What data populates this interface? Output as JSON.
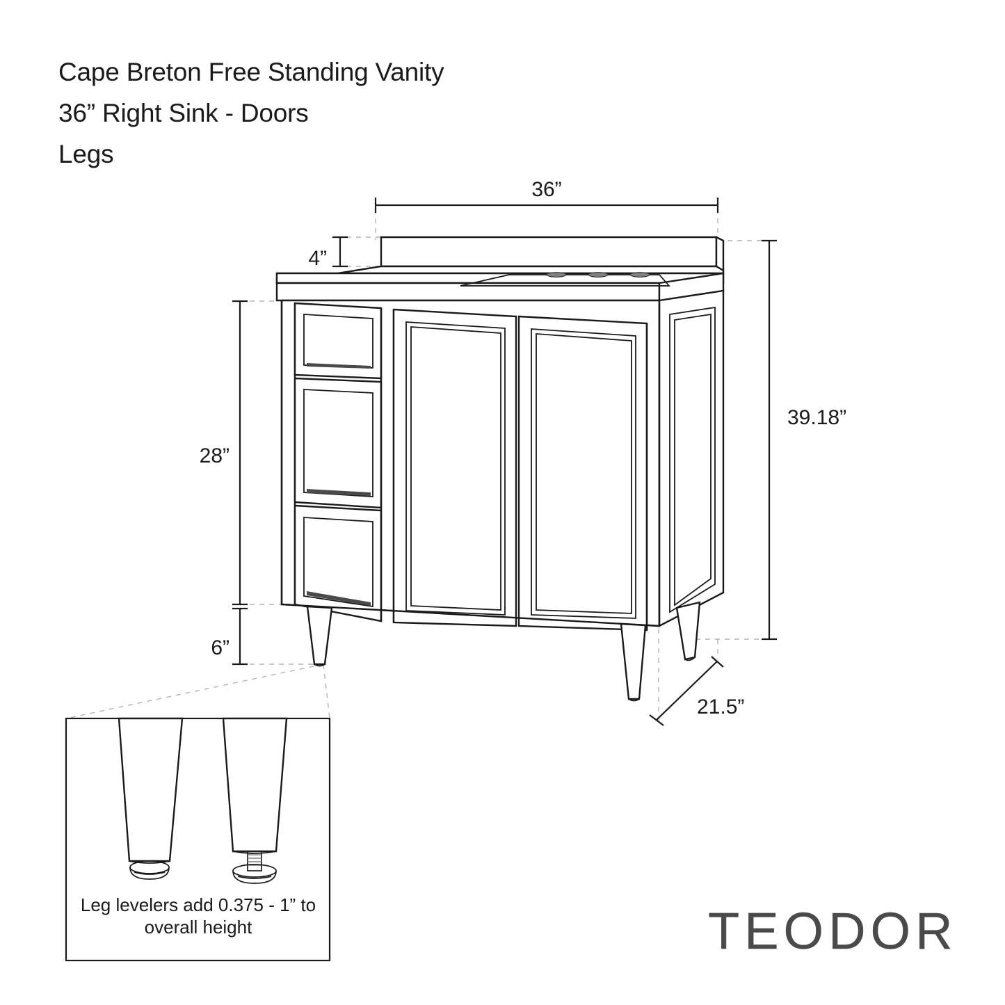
{
  "document": {
    "title_lines": [
      "Cape Breton Free Standing Vanity",
      "36” Right Sink - Doors",
      "Legs"
    ],
    "brand": "TEODOR"
  },
  "dimensions": {
    "width": "36”",
    "backsplash_height": "4”",
    "counter_height": "28”",
    "leg_height": "6”",
    "overall_height": "39.18”",
    "depth": "21.5”"
  },
  "leg_detail": {
    "caption_line_1": "Leg levelers add 0.375 - 1” to",
    "caption_line_2": "overall height"
  },
  "product": {
    "drawer_count": 3,
    "door_count": 2,
    "sink_position": "right",
    "faucet_holes": 3,
    "base_type": "legs"
  },
  "colors": {
    "line": "#1a1a1a",
    "dashed_guide": "#b4b4b4",
    "brand_text": "#4a4a4a",
    "background": "#ffffff"
  }
}
